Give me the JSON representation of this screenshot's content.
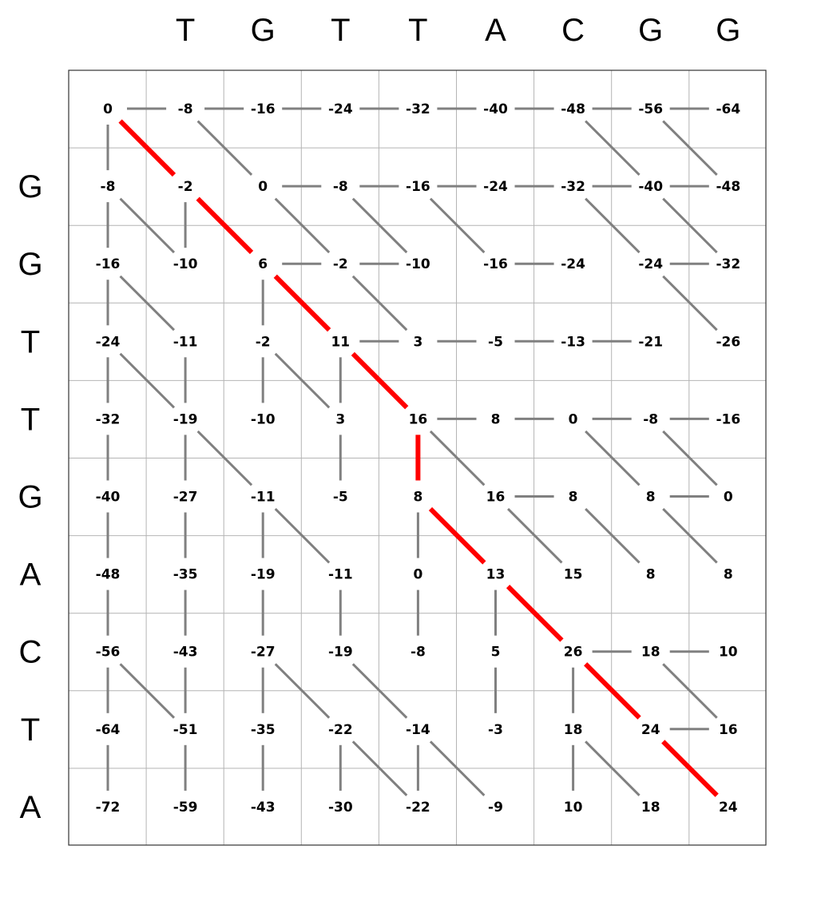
{
  "top_sequence": [
    "T",
    "G",
    "T",
    "T",
    "A",
    "C",
    "G",
    "G"
  ],
  "side_sequence": [
    "G",
    "G",
    "T",
    "T",
    "G",
    "A",
    "C",
    "T",
    "A"
  ],
  "scores": [
    [
      0,
      -8,
      -16,
      -24,
      -32,
      -40,
      -48,
      -56,
      -64
    ],
    [
      -8,
      -2,
      0,
      -8,
      -16,
      -24,
      -32,
      -40,
      -48
    ],
    [
      -16,
      -10,
      6,
      -2,
      -10,
      -16,
      -24,
      -24,
      -32
    ],
    [
      -24,
      -11,
      -2,
      11,
      3,
      -5,
      -13,
      -21,
      -26
    ],
    [
      -32,
      -19,
      -10,
      3,
      16,
      8,
      0,
      -8,
      -16
    ],
    [
      -40,
      -27,
      -11,
      -5,
      8,
      16,
      8,
      8,
      0
    ],
    [
      -48,
      -35,
      -19,
      -11,
      0,
      13,
      15,
      8,
      8
    ],
    [
      -56,
      -43,
      -27,
      -19,
      -8,
      5,
      26,
      18,
      10
    ],
    [
      -64,
      -51,
      -35,
      -22,
      -14,
      -3,
      18,
      24,
      16
    ],
    [
      -72,
      -59,
      -43,
      -30,
      -22,
      -9,
      10,
      18,
      24
    ]
  ],
  "traceback_edges": [
    {
      "from": [
        0,
        0
      ],
      "to": [
        0,
        1
      ]
    },
    {
      "from": [
        0,
        1
      ],
      "to": [
        0,
        2
      ]
    },
    {
      "from": [
        0,
        2
      ],
      "to": [
        0,
        3
      ]
    },
    {
      "from": [
        0,
        3
      ],
      "to": [
        0,
        4
      ]
    },
    {
      "from": [
        0,
        4
      ],
      "to": [
        0,
        5
      ]
    },
    {
      "from": [
        0,
        5
      ],
      "to": [
        0,
        6
      ]
    },
    {
      "from": [
        0,
        6
      ],
      "to": [
        0,
        7
      ]
    },
    {
      "from": [
        0,
        7
      ],
      "to": [
        0,
        8
      ]
    },
    {
      "from": [
        0,
        0
      ],
      "to": [
        1,
        0
      ]
    },
    {
      "from": [
        0,
        1
      ],
      "to": [
        1,
        2
      ]
    },
    {
      "from": [
        0,
        6
      ],
      "to": [
        1,
        7
      ]
    },
    {
      "from": [
        0,
        7
      ],
      "to": [
        1,
        8
      ]
    },
    {
      "from": [
        1,
        2
      ],
      "to": [
        1,
        3
      ]
    },
    {
      "from": [
        1,
        3
      ],
      "to": [
        1,
        4
      ]
    },
    {
      "from": [
        1,
        4
      ],
      "to": [
        1,
        5
      ]
    },
    {
      "from": [
        1,
        5
      ],
      "to": [
        1,
        6
      ]
    },
    {
      "from": [
        1,
        6
      ],
      "to": [
        1,
        7
      ]
    },
    {
      "from": [
        1,
        7
      ],
      "to": [
        1,
        8
      ]
    },
    {
      "from": [
        1,
        0
      ],
      "to": [
        2,
        0
      ]
    },
    {
      "from": [
        1,
        0
      ],
      "to": [
        2,
        1
      ]
    },
    {
      "from": [
        1,
        1
      ],
      "to": [
        2,
        1
      ]
    },
    {
      "from": [
        1,
        2
      ],
      "to": [
        2,
        3
      ]
    },
    {
      "from": [
        1,
        3
      ],
      "to": [
        2,
        4
      ]
    },
    {
      "from": [
        1,
        4
      ],
      "to": [
        2,
        5
      ]
    },
    {
      "from": [
        1,
        6
      ],
      "to": [
        2,
        7
      ]
    },
    {
      "from": [
        1,
        7
      ],
      "to": [
        2,
        8
      ]
    },
    {
      "from": [
        2,
        2
      ],
      "to": [
        2,
        3
      ]
    },
    {
      "from": [
        2,
        3
      ],
      "to": [
        2,
        4
      ]
    },
    {
      "from": [
        2,
        5
      ],
      "to": [
        2,
        6
      ]
    },
    {
      "from": [
        2,
        7
      ],
      "to": [
        2,
        8
      ]
    },
    {
      "from": [
        2,
        0
      ],
      "to": [
        3,
        0
      ]
    },
    {
      "from": [
        2,
        0
      ],
      "to": [
        3,
        1
      ]
    },
    {
      "from": [
        2,
        2
      ],
      "to": [
        3,
        2
      ]
    },
    {
      "from": [
        2,
        3
      ],
      "to": [
        3,
        4
      ]
    },
    {
      "from": [
        2,
        7
      ],
      "to": [
        3,
        8
      ]
    },
    {
      "from": [
        3,
        3
      ],
      "to": [
        3,
        4
      ]
    },
    {
      "from": [
        3,
        4
      ],
      "to": [
        3,
        5
      ]
    },
    {
      "from": [
        3,
        5
      ],
      "to": [
        3,
        6
      ]
    },
    {
      "from": [
        3,
        6
      ],
      "to": [
        3,
        7
      ]
    },
    {
      "from": [
        3,
        0
      ],
      "to": [
        4,
        0
      ]
    },
    {
      "from": [
        3,
        0
      ],
      "to": [
        4,
        1
      ]
    },
    {
      "from": [
        3,
        1
      ],
      "to": [
        4,
        1
      ]
    },
    {
      "from": [
        3,
        2
      ],
      "to": [
        4,
        2
      ]
    },
    {
      "from": [
        3,
        2
      ],
      "to": [
        4,
        3
      ]
    },
    {
      "from": [
        3,
        3
      ],
      "to": [
        4,
        3
      ]
    },
    {
      "from": [
        4,
        4
      ],
      "to": [
        4,
        5
      ]
    },
    {
      "from": [
        4,
        5
      ],
      "to": [
        4,
        6
      ]
    },
    {
      "from": [
        4,
        6
      ],
      "to": [
        4,
        7
      ]
    },
    {
      "from": [
        4,
        7
      ],
      "to": [
        4,
        8
      ]
    },
    {
      "from": [
        4,
        0
      ],
      "to": [
        5,
        0
      ]
    },
    {
      "from": [
        4,
        1
      ],
      "to": [
        5,
        1
      ]
    },
    {
      "from": [
        4,
        1
      ],
      "to": [
        5,
        2
      ]
    },
    {
      "from": [
        4,
        3
      ],
      "to": [
        5,
        3
      ]
    },
    {
      "from": [
        4,
        4
      ],
      "to": [
        5,
        5
      ]
    },
    {
      "from": [
        4,
        6
      ],
      "to": [
        5,
        7
      ]
    },
    {
      "from": [
        4,
        7
      ],
      "to": [
        5,
        8
      ]
    },
    {
      "from": [
        5,
        5
      ],
      "to": [
        5,
        6
      ]
    },
    {
      "from": [
        5,
        7
      ],
      "to": [
        5,
        8
      ]
    },
    {
      "from": [
        5,
        0
      ],
      "to": [
        6,
        0
      ]
    },
    {
      "from": [
        5,
        1
      ],
      "to": [
        6,
        1
      ]
    },
    {
      "from": [
        5,
        2
      ],
      "to": [
        6,
        2
      ]
    },
    {
      "from": [
        5,
        2
      ],
      "to": [
        6,
        3
      ]
    },
    {
      "from": [
        5,
        4
      ],
      "to": [
        6,
        4
      ]
    },
    {
      "from": [
        5,
        5
      ],
      "to": [
        6,
        6
      ]
    },
    {
      "from": [
        5,
        6
      ],
      "to": [
        6,
        7
      ]
    },
    {
      "from": [
        5,
        7
      ],
      "to": [
        6,
        8
      ]
    },
    {
      "from": [
        6,
        0
      ],
      "to": [
        7,
        0
      ]
    },
    {
      "from": [
        6,
        1
      ],
      "to": [
        7,
        1
      ]
    },
    {
      "from": [
        6,
        2
      ],
      "to": [
        7,
        2
      ]
    },
    {
      "from": [
        6,
        3
      ],
      "to": [
        7,
        3
      ]
    },
    {
      "from": [
        6,
        4
      ],
      "to": [
        7,
        4
      ]
    },
    {
      "from": [
        6,
        5
      ],
      "to": [
        7,
        5
      ]
    },
    {
      "from": [
        7,
        6
      ],
      "to": [
        7,
        7
      ]
    },
    {
      "from": [
        7,
        7
      ],
      "to": [
        7,
        8
      ]
    },
    {
      "from": [
        7,
        0
      ],
      "to": [
        8,
        0
      ]
    },
    {
      "from": [
        7,
        0
      ],
      "to": [
        8,
        1
      ]
    },
    {
      "from": [
        7,
        1
      ],
      "to": [
        8,
        1
      ]
    },
    {
      "from": [
        7,
        2
      ],
      "to": [
        8,
        2
      ]
    },
    {
      "from": [
        7,
        2
      ],
      "to": [
        8,
        3
      ]
    },
    {
      "from": [
        7,
        3
      ],
      "to": [
        8,
        4
      ]
    },
    {
      "from": [
        7,
        5
      ],
      "to": [
        8,
        5
      ]
    },
    {
      "from": [
        7,
        6
      ],
      "to": [
        8,
        6
      ]
    },
    {
      "from": [
        7,
        7
      ],
      "to": [
        8,
        8
      ]
    },
    {
      "from": [
        8,
        7
      ],
      "to": [
        8,
        8
      ]
    },
    {
      "from": [
        8,
        0
      ],
      "to": [
        9,
        0
      ]
    },
    {
      "from": [
        8,
        1
      ],
      "to": [
        9,
        1
      ]
    },
    {
      "from": [
        8,
        2
      ],
      "to": [
        9,
        2
      ]
    },
    {
      "from": [
        8,
        3
      ],
      "to": [
        9,
        3
      ]
    },
    {
      "from": [
        8,
        3
      ],
      "to": [
        9,
        4
      ]
    },
    {
      "from": [
        8,
        4
      ],
      "to": [
        9,
        4
      ]
    },
    {
      "from": [
        8,
        4
      ],
      "to": [
        9,
        5
      ]
    },
    {
      "from": [
        8,
        6
      ],
      "to": [
        9,
        6
      ]
    },
    {
      "from": [
        8,
        6
      ],
      "to": [
        9,
        7
      ]
    }
  ],
  "optimal_path": [
    {
      "from": [
        0,
        0
      ],
      "to": [
        1,
        1
      ]
    },
    {
      "from": [
        1,
        1
      ],
      "to": [
        2,
        2
      ]
    },
    {
      "from": [
        2,
        2
      ],
      "to": [
        3,
        3
      ]
    },
    {
      "from": [
        3,
        3
      ],
      "to": [
        4,
        4
      ]
    },
    {
      "from": [
        4,
        4
      ],
      "to": [
        5,
        4
      ]
    },
    {
      "from": [
        5,
        4
      ],
      "to": [
        6,
        5
      ]
    },
    {
      "from": [
        6,
        5
      ],
      "to": [
        7,
        6
      ]
    },
    {
      "from": [
        7,
        6
      ],
      "to": [
        8,
        7
      ]
    },
    {
      "from": [
        8,
        7
      ],
      "to": [
        9,
        8
      ]
    }
  ],
  "colors": {
    "grid_line": "#b4b4b4",
    "frame": "#333333",
    "traceback": "#808080",
    "optimal_path": "#ff0000",
    "text": "#000000"
  }
}
